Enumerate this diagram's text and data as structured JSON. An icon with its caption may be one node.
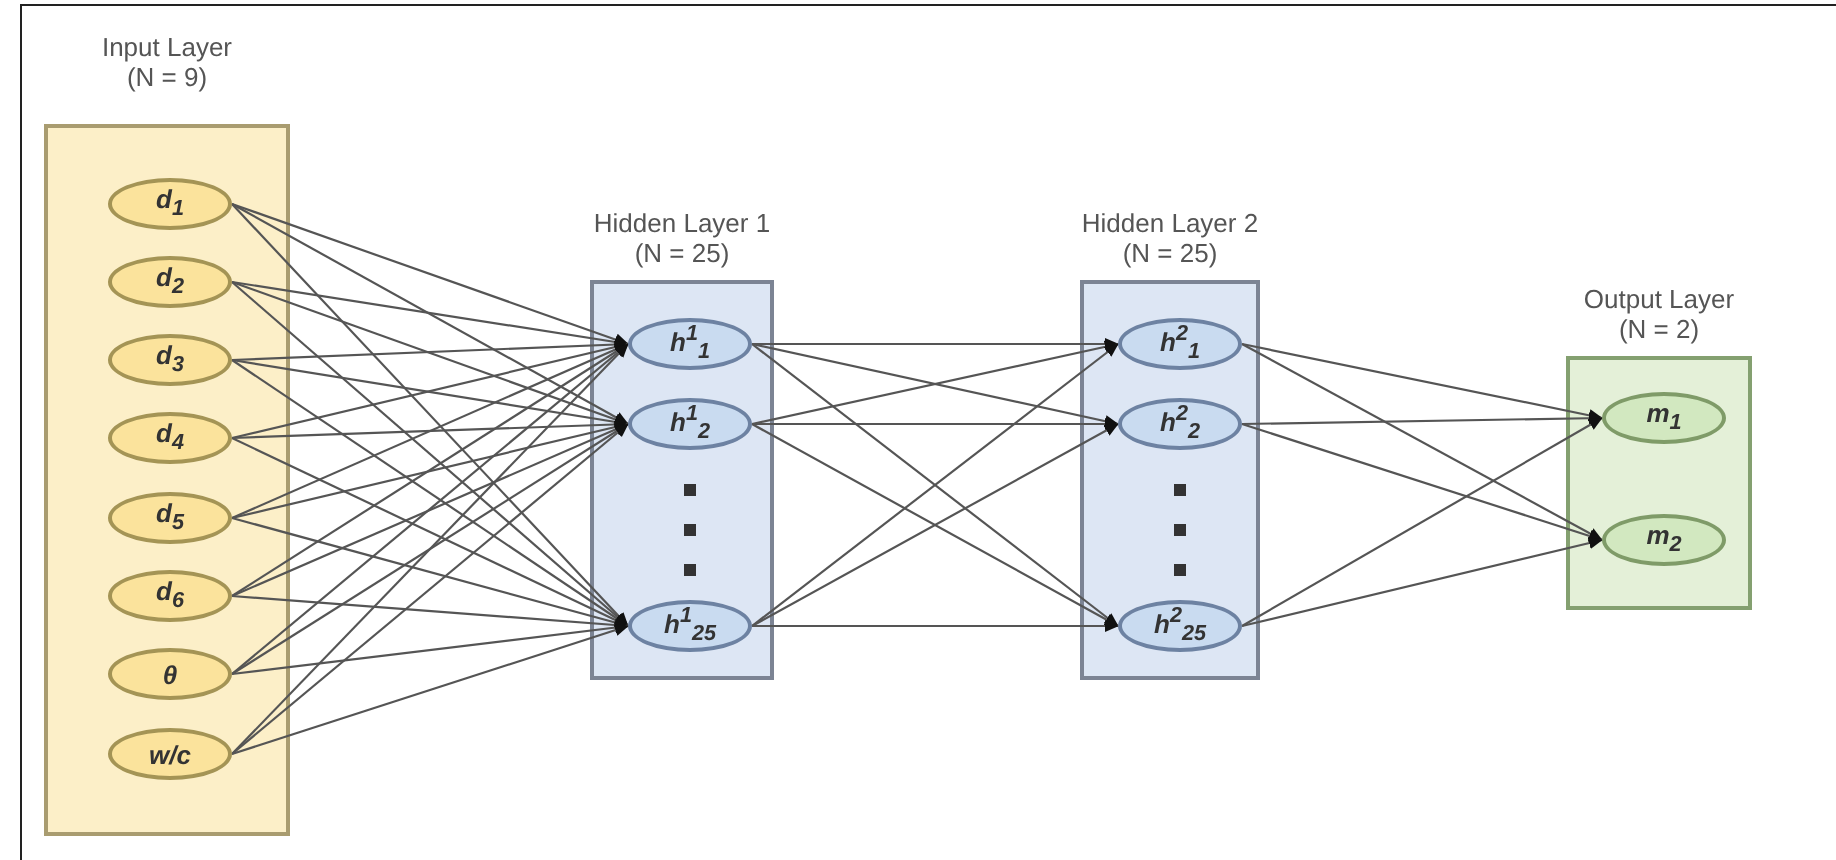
{
  "diagram": {
    "nodes": [
      {
        "text": [
          "Input Layer (N = 9)"
        ]
      },
      {
        "text": [
          "d$_{1}$"
        ],
        "in": 0
      },
      {
        "text": [
          "d$_{2}$"
        ],
        "in": 0
      },
      {
        "text": [
          "d$_{3}$"
        ],
        "in": 0
      },
      {
        "text": [
          "d$_{4}$"
        ],
        "in": 0
      },
      {
        "text": [
          "d$_{5}$"
        ],
        "in": 0
      },
      {
        "text": [
          "d$_{6}$"
        ],
        "in": 0
      },
      {
        "text": [
          "θ"
        ],
        "in": 0
      },
      {
        "text": [
          "w/c"
        ],
        "in": 0
      },
      {
        "text": [
          "Hidden Layer 1 (N = 25)"
        ]
      },
      {
        "text": [
          "h$^{1}$$_{1}$"
        ],
        "in": 9
      },
      {
        "text": [
          "h$^{1}$$_{2}$"
        ],
        "in": 9
      },
      {
        "text": [
          "h$^{1}$$_{25}$"
        ],
        "in": 9
      },
      {
        "text": [
          "Hidden Layer 2 (N = 25)"
        ]
      },
      {
        "text": [
          "h$^{2}$$_{1}$"
        ],
        "in": 13
      },
      {
        "text": [
          "h$^{2}$$_{2}$"
        ],
        "in": 13
      },
      {
        "text": [
          "h$^{2}$$_{25}$"
        ],
        "in": 13
      },
      {
        "text": [
          "Output Layer (N = 2)"
        ]
      },
      {
        "text": [
          "m$_{1}$"
        ],
        "in": 17
      },
      {
        "text": [
          "m$_{2}$"
        ],
        "in": 17
      }
    ],
    "edges": [
      {
        "from": 1,
        "to": 10,
        "arrow": "to"
      },
      {
        "from": 1,
        "to": 11,
        "arrow": "to"
      },
      {
        "from": 1,
        "to": 12,
        "arrow": "to"
      },
      {
        "from": 2,
        "to": 10,
        "arrow": "to"
      },
      {
        "from": 2,
        "to": 11,
        "arrow": "to"
      },
      {
        "from": 2,
        "to": 12,
        "arrow": "to"
      },
      {
        "from": 3,
        "to": 10,
        "arrow": "to"
      },
      {
        "from": 3,
        "to": 11,
        "arrow": "to"
      },
      {
        "from": 3,
        "to": 12,
        "arrow": "to"
      },
      {
        "from": 4,
        "to": 10,
        "arrow": "to"
      },
      {
        "from": 4,
        "to": 11,
        "arrow": "to"
      },
      {
        "from": 4,
        "to": 12,
        "arrow": "to"
      },
      {
        "from": 5,
        "to": 10,
        "arrow": "to"
      },
      {
        "from": 5,
        "to": 11,
        "arrow": "to"
      },
      {
        "from": 5,
        "to": 12,
        "arrow": "to"
      },
      {
        "from": 6,
        "to": 10,
        "arrow": "to"
      },
      {
        "from": 6,
        "to": 11,
        "arrow": "to"
      },
      {
        "from": 6,
        "to": 12,
        "arrow": "to"
      },
      {
        "from": 7,
        "to": 10,
        "arrow": "to"
      },
      {
        "from": 7,
        "to": 11,
        "arrow": "to"
      },
      {
        "from": 7,
        "to": 12,
        "arrow": "to"
      },
      {
        "from": 8,
        "to": 10,
        "arrow": "to"
      },
      {
        "from": 8,
        "to": 11,
        "arrow": "to"
      },
      {
        "from": 8,
        "to": 12,
        "arrow": "to"
      },
      {
        "from": 10,
        "to": 14,
        "arrow": "to"
      },
      {
        "from": 10,
        "to": 15,
        "arrow": "to"
      },
      {
        "from": 10,
        "to": 16,
        "arrow": "to"
      },
      {
        "from": 11,
        "to": 14,
        "arrow": "to"
      },
      {
        "from": 11,
        "to": 15,
        "arrow": "to"
      },
      {
        "from": 11,
        "to": 16,
        "arrow": "to"
      },
      {
        "from": 12,
        "to": 14,
        "arrow": "to"
      },
      {
        "from": 12,
        "to": 15,
        "arrow": "to"
      },
      {
        "from": 12,
        "to": 16,
        "arrow": "to"
      },
      {
        "from": 14,
        "to": 18,
        "arrow": "to"
      },
      {
        "from": 14,
        "to": 19,
        "arrow": "to"
      },
      {
        "from": 15,
        "to": 18,
        "arrow": "to"
      },
      {
        "from": 15,
        "to": 19,
        "arrow": "to"
      },
      {
        "from": 16,
        "to": 18,
        "arrow": "to"
      },
      {
        "from": 16,
        "to": 19,
        "arrow": "to"
      }
    ]
  }
}
